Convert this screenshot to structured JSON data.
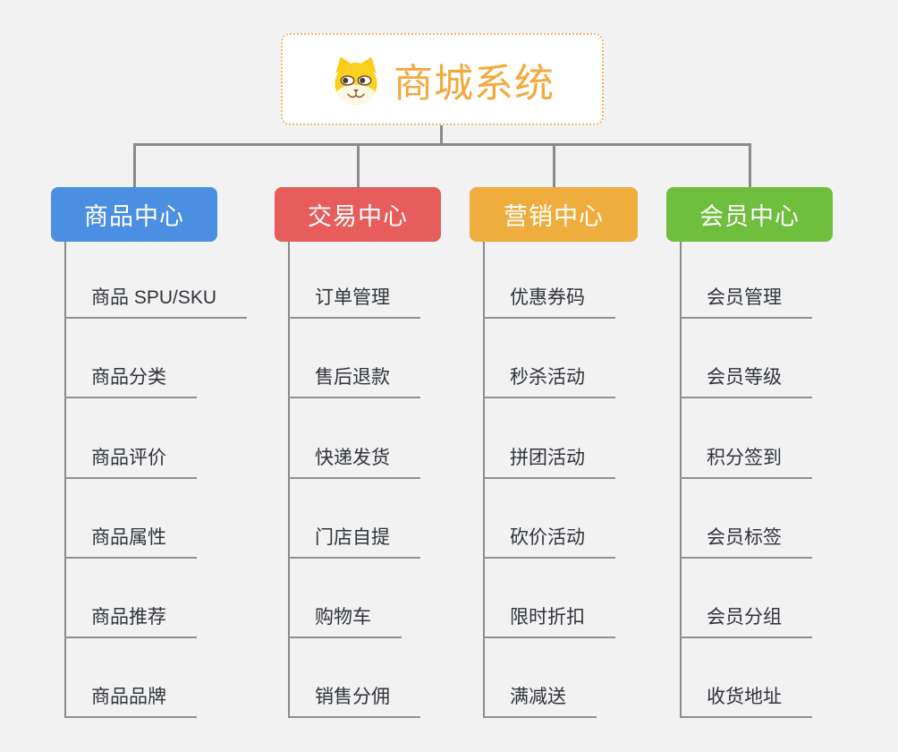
{
  "root": {
    "title": "商城系统",
    "icon": "shiba-dog-icon",
    "accent_color": "#F5A83C",
    "border_color": "#F2B56A"
  },
  "branches": [
    {
      "label": "商品中心",
      "color": "#4A8FE2",
      "children": [
        "商品 SPU/SKU",
        "商品分类",
        "商品评价",
        "商品属性",
        "商品推荐",
        "商品品牌"
      ]
    },
    {
      "label": "交易中心",
      "color": "#E75D5B",
      "children": [
        "订单管理",
        "售后退款",
        "快递发货",
        "门店自提",
        "购物车",
        "销售分佣"
      ]
    },
    {
      "label": "营销中心",
      "color": "#EFAD3E",
      "children": [
        "优惠券码",
        "秒杀活动",
        "拼团活动",
        "砍价活动",
        "限时折扣",
        "满减送"
      ]
    },
    {
      "label": "会员中心",
      "color": "#6FBE3E",
      "children": [
        "会员管理",
        "会员等级",
        "积分签到",
        "会员标签",
        "会员分组",
        "收货地址"
      ]
    }
  ],
  "connector_color": "#8A8A8A",
  "underline_color": "#8E9093",
  "background_color": "#F2F2F2",
  "leaf_text_color": "#30343A"
}
